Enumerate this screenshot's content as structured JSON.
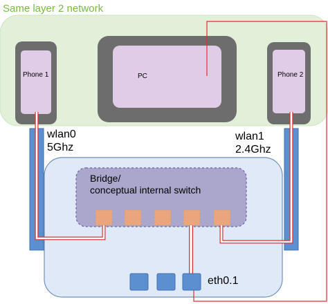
{
  "network": {
    "title": "Same layer 2 network"
  },
  "devices": {
    "phone1": "Phone 1",
    "pc": "PC",
    "phone2": "Phone 2"
  },
  "radios": {
    "wlan0": {
      "name": "wlan0",
      "band": "5Ghz"
    },
    "wlan1": {
      "name": "wlan1",
      "band": "2.4Ghz"
    }
  },
  "bridge": {
    "line1": "Bridge/",
    "line2": "conceptual internal switch",
    "port_count": 5
  },
  "router": {
    "port_label": "eth0.1",
    "external_port_count": 3
  },
  "colors": {
    "network_fill": "#e2f0d9",
    "network_title": "#77bb41",
    "device_frame": "#6d6d6d",
    "device_screen": "#e1cce8",
    "router_fill": "#dfe9f8",
    "router_border": "#6f8fb9",
    "bridge_fill": "#aba6cc",
    "bridge_border": "#6b63a5",
    "bridge_port": "#eba57c",
    "antenna": "#5b8fd0",
    "eth_port": "#5b8fd0",
    "link_red": "#e32d2d",
    "link_white": "#ffffff"
  }
}
